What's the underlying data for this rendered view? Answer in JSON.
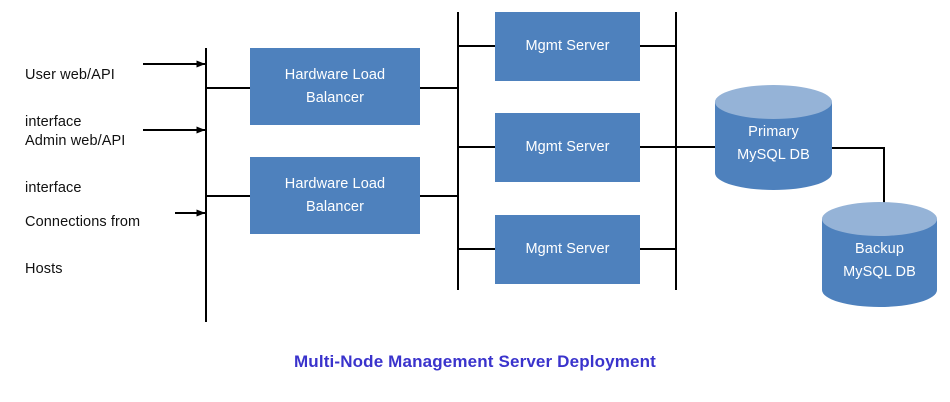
{
  "diagram": {
    "title": "Multi-Node Management Server Deployment",
    "title_color": "#3A33CC",
    "background_color": "#FFFFFF",
    "node_fill_color": "#4E81BD",
    "cylinder_top_color": "#95B3D7",
    "connector_color": "#000000",
    "text_color": "#111111",
    "node_text_color": "#FFFFFF"
  },
  "inputs": [
    {
      "id": "user-web-api",
      "line1": "User web/API",
      "line2": "interface"
    },
    {
      "id": "admin-web-api",
      "line1": "Admin web/API",
      "line2": "interface"
    },
    {
      "id": "connections-from-hosts",
      "line1": "Connections from",
      "line2": "Hosts"
    }
  ],
  "load_balancers": [
    {
      "id": "hardware-load-balancer-1",
      "line1": "Hardware Load",
      "line2": "Balancer"
    },
    {
      "id": "hardware-load-balancer-2",
      "line1": "Hardware Load",
      "line2": "Balancer"
    }
  ],
  "mgmt_servers": [
    {
      "id": "mgmt-server-1",
      "label": "Mgmt Server"
    },
    {
      "id": "mgmt-server-2",
      "label": "Mgmt Server"
    },
    {
      "id": "mgmt-server-3",
      "label": "Mgmt Server"
    }
  ],
  "databases": [
    {
      "id": "primary-mysql-db",
      "line1": "Primary",
      "line2": "MySQL DB"
    },
    {
      "id": "backup-mysql-db",
      "line1": "Backup",
      "line2": "MySQL DB"
    }
  ]
}
